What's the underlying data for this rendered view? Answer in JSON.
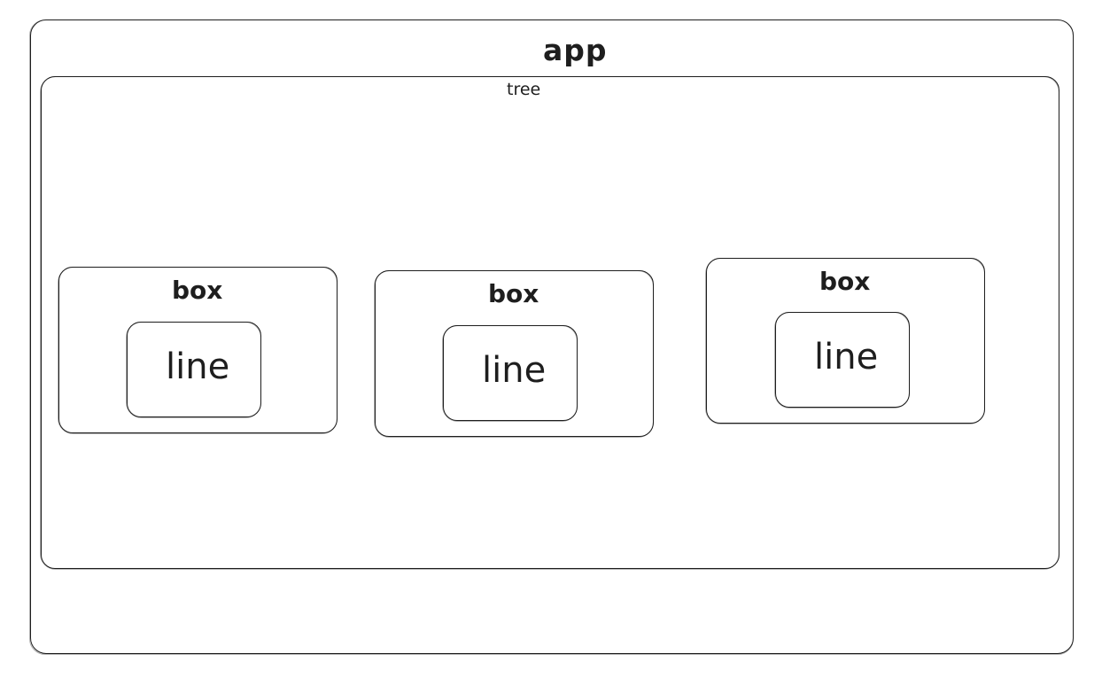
{
  "diagram": {
    "app": {
      "label": "app"
    },
    "tree": {
      "label": "tree"
    },
    "boxes": [
      {
        "label": "box",
        "child": {
          "label": "line"
        }
      },
      {
        "label": "box",
        "child": {
          "label": "line"
        }
      },
      {
        "label": "box",
        "child": {
          "label": "line"
        }
      }
    ]
  },
  "colors": {
    "stroke": "#1e1e1e",
    "background": "#ffffff"
  }
}
